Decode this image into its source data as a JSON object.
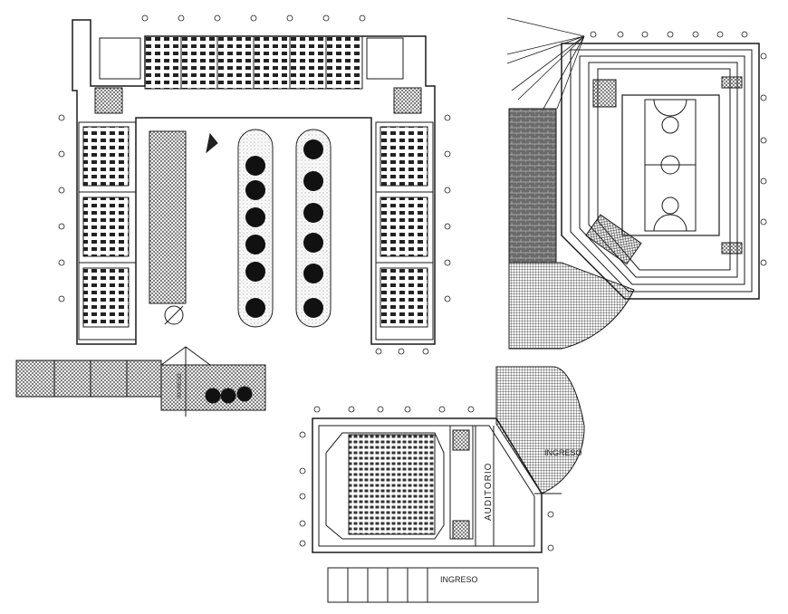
{
  "drawing": {
    "labels": {
      "auditorio": "AUDITORIO",
      "ingreso_bottom": "INGRESO",
      "ingreso_right": "INGRESO",
      "school_entry_vertical": "INGRESO"
    },
    "colors": {
      "line": "#1a1a1a",
      "hatch": "#3a3a3a",
      "background": "#ffffff"
    },
    "sheets": [
      {
        "id": "school-block",
        "caption": ""
      },
      {
        "id": "sports-court",
        "caption": ""
      },
      {
        "id": "auditorium",
        "caption": ""
      },
      {
        "id": "site-elevation",
        "caption": ""
      }
    ]
  }
}
